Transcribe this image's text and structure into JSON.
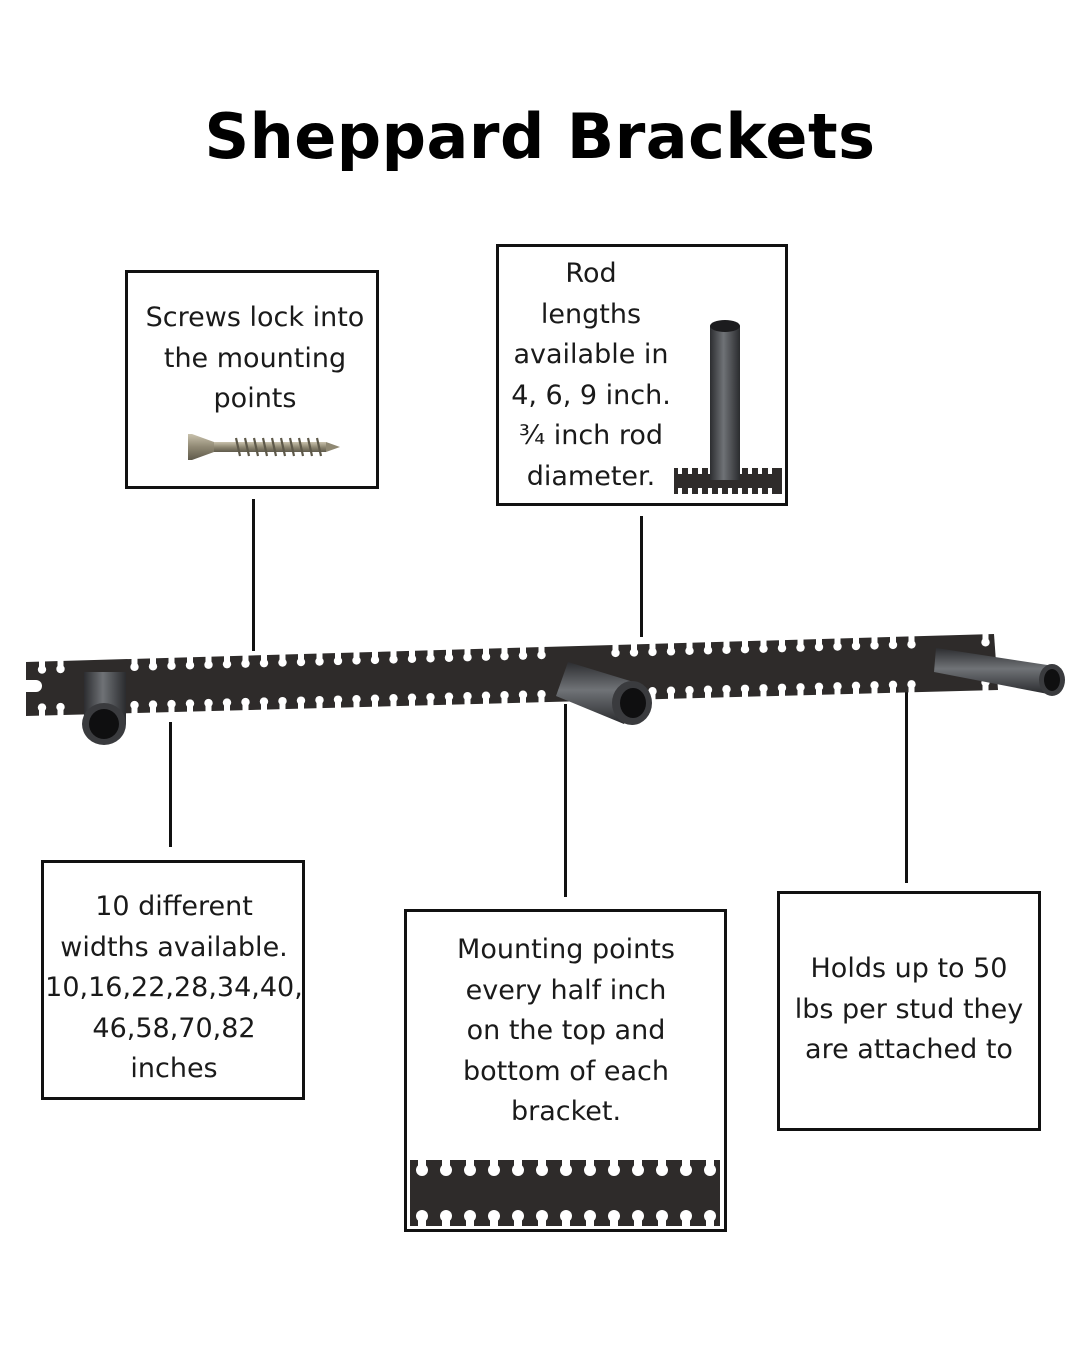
{
  "title": "Sheppard Brackets",
  "callouts": {
    "screws": {
      "lines": [
        "Screws lock into",
        "the mounting",
        "points"
      ]
    },
    "rod": {
      "lines": [
        "Rod",
        "lengths",
        "available in",
        "4, 6, 9 inch.",
        "¾ inch rod",
        "diameter."
      ]
    },
    "widths": {
      "lines": [
        "10 different",
        "widths available.",
        "10,16,22,28,34,40,",
        "46,58,70,82",
        "inches"
      ]
    },
    "mounting": {
      "lines": [
        "Mounting points",
        "every half inch",
        "on the top and",
        "bottom of each",
        "bracket."
      ]
    },
    "holds": {
      "lines": [
        "Holds up to 50",
        "lbs per stud they",
        "are attached to"
      ]
    }
  },
  "colors": {
    "bracket": "#2e2b2a",
    "rod": "#4a4c50",
    "screw": "#9a937f"
  }
}
